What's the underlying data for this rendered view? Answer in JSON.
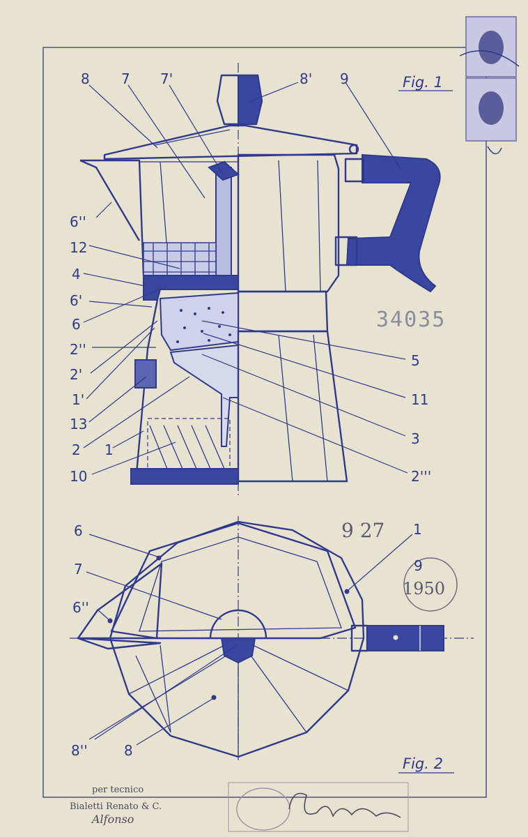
{
  "figures": {
    "fig1": "Fig. 1",
    "fig2": "Fig. 2"
  },
  "fig1_labels": {
    "l8": "8",
    "l7": "7",
    "l7p": "7'",
    "l8p": "8'",
    "l9": "9",
    "l6pp": "6''",
    "l12": "12",
    "l4": "4",
    "l6p": "6'",
    "l6": "6",
    "l2pp": "2''",
    "l2p": "2'",
    "l1p": "1'",
    "l13": "13",
    "l2": "2",
    "l1": "1",
    "l10": "10",
    "l5": "5",
    "l11": "11",
    "l3": "3",
    "l2ppp": "2'''"
  },
  "fig2_labels": {
    "l6": "6",
    "l7": "7",
    "l6pp": "6''",
    "l1": "1",
    "l9": "9",
    "l8pp": "8''",
    "l8": "8"
  },
  "stamps": {
    "registry_number": "34035",
    "number_927": "9 27",
    "round_stamp": "1950"
  },
  "signature_block": {
    "line1": "per tecnico",
    "line2": "Bialetti Renato & C.",
    "line3": "Alfonso"
  },
  "colors": {
    "ink": "#2f3a8c",
    "paper": "#e8e2d0"
  }
}
